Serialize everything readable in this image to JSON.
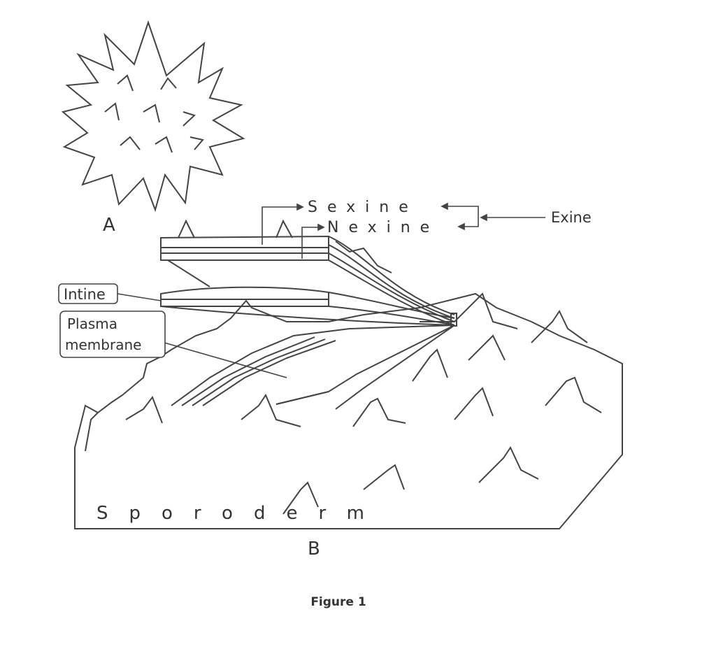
{
  "labels": {
    "spore_letter": "A",
    "section_letter": "B",
    "sexine": "Sexine",
    "nexine": "Nexine",
    "exine": "Exine",
    "intine": "Intine",
    "plasma_line1": "Plasma",
    "plasma_line2": "membrane",
    "sporoderm": "Sporoderm"
  },
  "caption": "Figure 1"
}
